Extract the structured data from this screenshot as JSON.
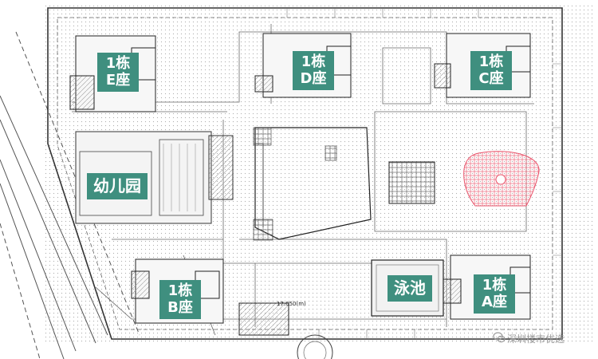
{
  "plan": {
    "buildings": [
      {
        "id": "E",
        "line1": "1栋",
        "line2": "E座"
      },
      {
        "id": "D",
        "line1": "1栋",
        "line2": "D座"
      },
      {
        "id": "C",
        "line1": "1栋",
        "line2": "C座"
      },
      {
        "id": "B",
        "line1": "1栋",
        "line2": "B座"
      },
      {
        "id": "A",
        "line1": "1栋",
        "line2": "A座"
      }
    ],
    "kindergarten_label": "幼儿园",
    "pool_label": "泳池",
    "elevation_note": "17.050(m)"
  },
  "watermark": {
    "text": "深圳楼市优选"
  },
  "colors": {
    "label_bg": "#3f8f7f",
    "label_text": "#ffffff",
    "plaza_grid": "#e9546b",
    "linework": "#444444"
  }
}
